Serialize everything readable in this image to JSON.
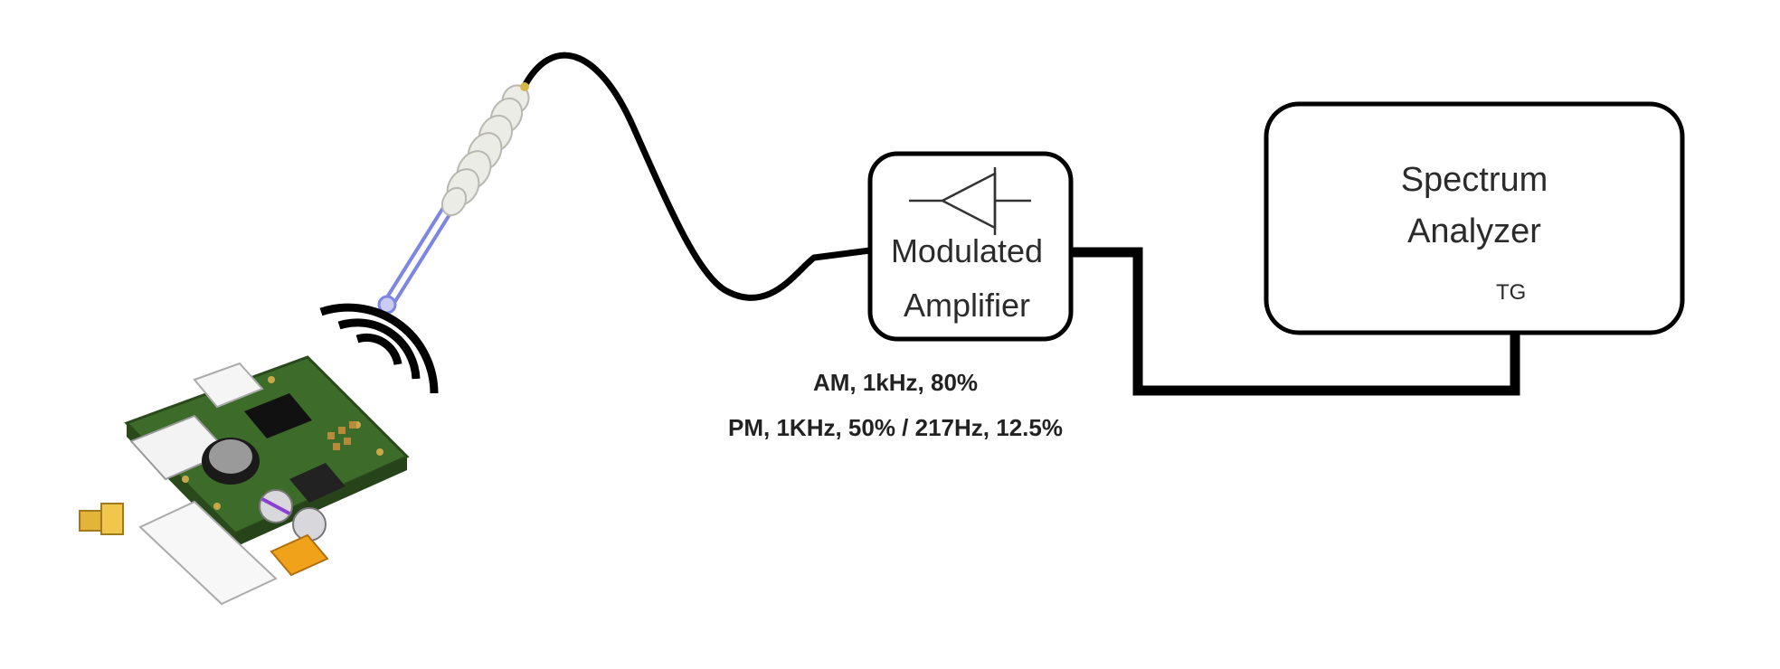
{
  "amplifier": {
    "line1": "Modulated",
    "line2": "Amplifier"
  },
  "analyzer": {
    "line1": "Spectrum",
    "line2": "Analyzer",
    "port": "TG"
  },
  "modulation": {
    "line1": "AM, 1kHz, 80%",
    "line2": "PM, 1KHz, 50% / 217Hz, 12.5%"
  }
}
